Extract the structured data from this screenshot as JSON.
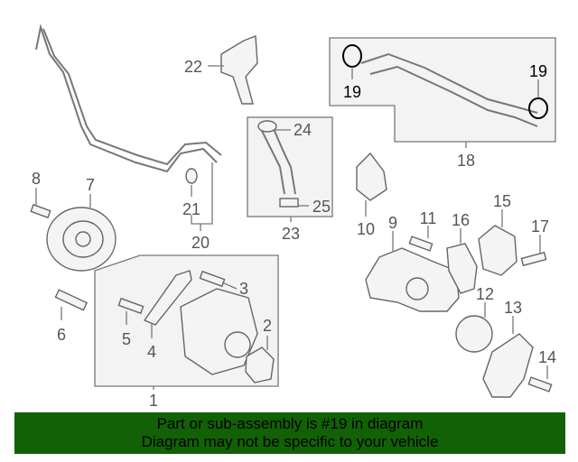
{
  "callouts": {
    "c1": "1",
    "c2": "2",
    "c3": "3",
    "c4": "4",
    "c5": "5",
    "c6": "6",
    "c7": "7",
    "c8": "8",
    "c9": "9",
    "c10": "10",
    "c11": "11",
    "c12": "12",
    "c13": "13",
    "c14": "14",
    "c15": "15",
    "c16": "16",
    "c17": "17",
    "c18": "18",
    "c19a": "19",
    "c19b": "19",
    "c20": "20",
    "c21": "21",
    "c22": "22",
    "c23": "23",
    "c24": "24",
    "c25": "25"
  },
  "banner": {
    "line1": "Part or sub-assembly is #19 in diagram",
    "line2": "Diagram may not be specific to your vehicle",
    "color": "#136106"
  }
}
